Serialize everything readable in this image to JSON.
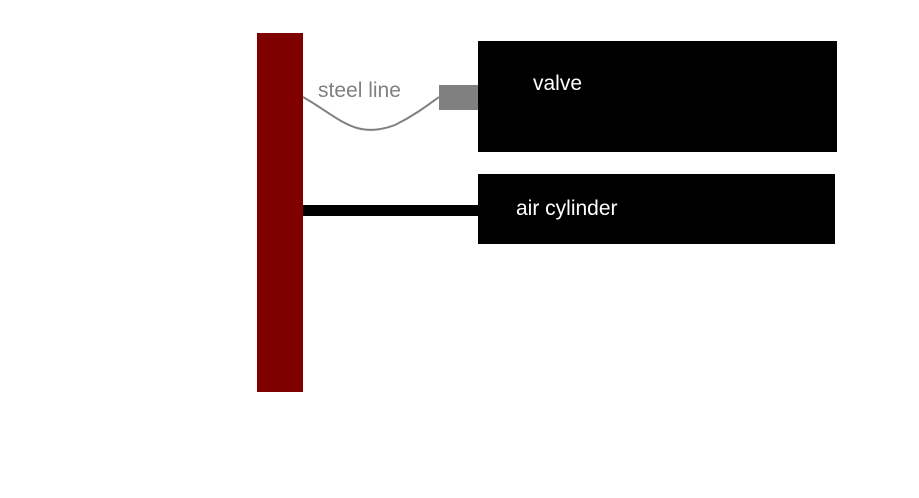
{
  "diagram": {
    "labels": {
      "valve": "valve",
      "air_cylinder": "air cylinder",
      "steel_line": "steel line"
    },
    "colors": {
      "post": "#800000",
      "blocks": "#000000",
      "rod": "#000000",
      "fitting": "#808080",
      "steel_line": "#808080",
      "block_text": "#ffffff",
      "steel_line_text": "#808080"
    }
  }
}
